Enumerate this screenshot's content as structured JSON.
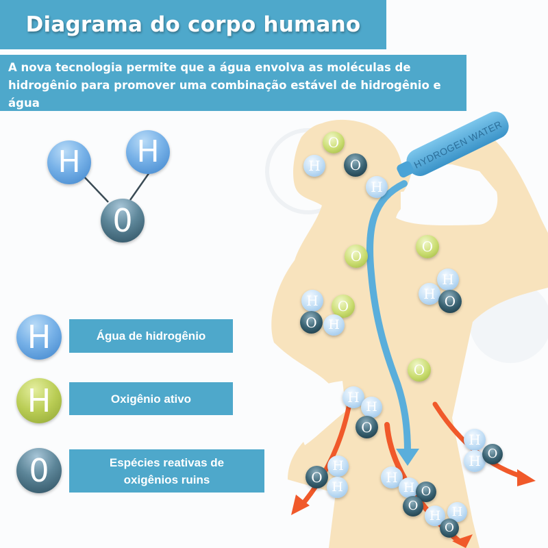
{
  "title": "Diagrama do corpo humano",
  "subtitle": "A nova tecnologia permite que a água envolva as moléculas de hidrogênio para promover uma combinação estável de hidrogênio e água",
  "molecule": {
    "atoms": [
      {
        "symbol": "H",
        "type": "hydrogen"
      },
      {
        "symbol": "H",
        "type": "hydrogen"
      },
      {
        "symbol": "0",
        "type": "oxygen"
      }
    ]
  },
  "legend": [
    {
      "symbol": "H",
      "color": "#5b9ad9",
      "label": "Água de hidrogênio"
    },
    {
      "symbol": "H",
      "color": "#b0c44b",
      "label": "Oxigênio ativo"
    },
    {
      "symbol": "0",
      "color": "#456e81",
      "label": "Espécies reativas de oxigênios ruins"
    }
  ],
  "illustration": {
    "bottle_label": "HYDROGEN WATER",
    "atom_labels": {
      "hydrogen": "H",
      "oxygen": "O"
    }
  },
  "colors": {
    "accent": "#4ea8cb",
    "skin": "#f8e3bd",
    "stream": "#5aaedb",
    "arrow": "#f0592a"
  }
}
